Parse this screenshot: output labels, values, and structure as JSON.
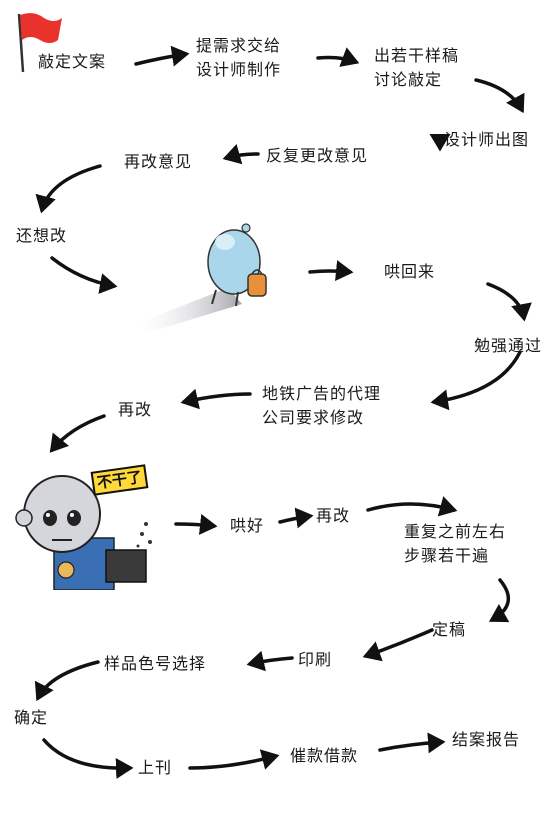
{
  "flow": {
    "flag_color": "#e8322b",
    "steps": [
      {
        "id": "s1",
        "lines": [
          "敲定文案"
        ]
      },
      {
        "id": "s2",
        "lines": [
          "提需求交给",
          "设计师制作"
        ]
      },
      {
        "id": "s3",
        "lines": [
          "出若干样稿",
          "讨论敲定"
        ]
      },
      {
        "id": "s4",
        "lines": [
          "设计师出图"
        ]
      },
      {
        "id": "s5",
        "lines": [
          "反复更改意见"
        ]
      },
      {
        "id": "s6",
        "lines": [
          "再改意见"
        ]
      },
      {
        "id": "s7",
        "lines": [
          "还想改"
        ]
      },
      {
        "id": "s8",
        "lines": [
          "哄回来"
        ]
      },
      {
        "id": "s9",
        "lines": [
          "勉强通过"
        ]
      },
      {
        "id": "s10",
        "lines": [
          "地铁广告的代理",
          "公司要求修改"
        ]
      },
      {
        "id": "s11",
        "lines": [
          "再改"
        ]
      },
      {
        "id": "s12",
        "lines": [
          "哄好"
        ]
      },
      {
        "id": "s13",
        "lines": [
          "再改"
        ]
      },
      {
        "id": "s14",
        "lines": [
          "重复之前左右",
          "步骤若干遍"
        ]
      },
      {
        "id": "s15",
        "lines": [
          "定稿"
        ]
      },
      {
        "id": "s16",
        "lines": [
          "印刷"
        ]
      },
      {
        "id": "s17",
        "lines": [
          "样品色号选择"
        ]
      },
      {
        "id": "s18",
        "lines": [
          "确定"
        ]
      },
      {
        "id": "s19",
        "lines": [
          "上刊"
        ]
      },
      {
        "id": "s20",
        "lines": [
          "催款借款"
        ]
      },
      {
        "id": "s21",
        "lines": [
          "结案报告"
        ]
      }
    ],
    "speech_text": "不干了"
  }
}
